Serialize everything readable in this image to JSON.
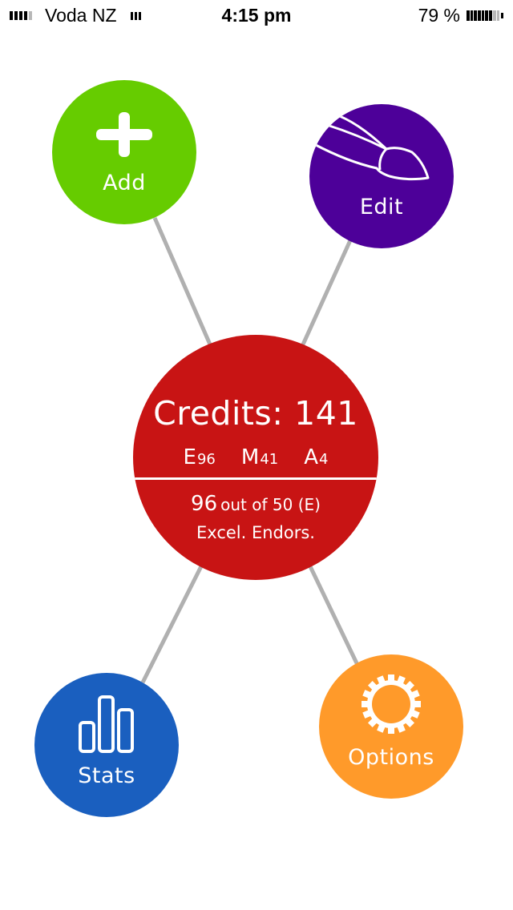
{
  "status_bar": {
    "carrier": "Voda NZ",
    "time": "4:15 pm",
    "battery": "79 %"
  },
  "colors": {
    "add": "#66cc00",
    "edit": "#4d0099",
    "stats": "#1a5fbf",
    "options": "#ff9a2a",
    "center": "#c81414",
    "connector": "#b0b0b0"
  },
  "nodes": {
    "add": {
      "label": "Add",
      "icon": "plus-icon"
    },
    "edit": {
      "label": "Edit",
      "icon": "pencil-icon"
    },
    "stats": {
      "label": "Stats",
      "icon": "bar-chart-icon"
    },
    "options": {
      "label": "Options",
      "icon": "gear-icon"
    }
  },
  "center": {
    "title": "Credits: 141",
    "categories": [
      {
        "letter": "E",
        "value": "96"
      },
      {
        "letter": "M",
        "value": "41"
      },
      {
        "letter": "A",
        "value": "4"
      }
    ],
    "progress_value": "96",
    "progress_text": "out of 50 (E)",
    "endorsement": "Excel. Endors."
  }
}
